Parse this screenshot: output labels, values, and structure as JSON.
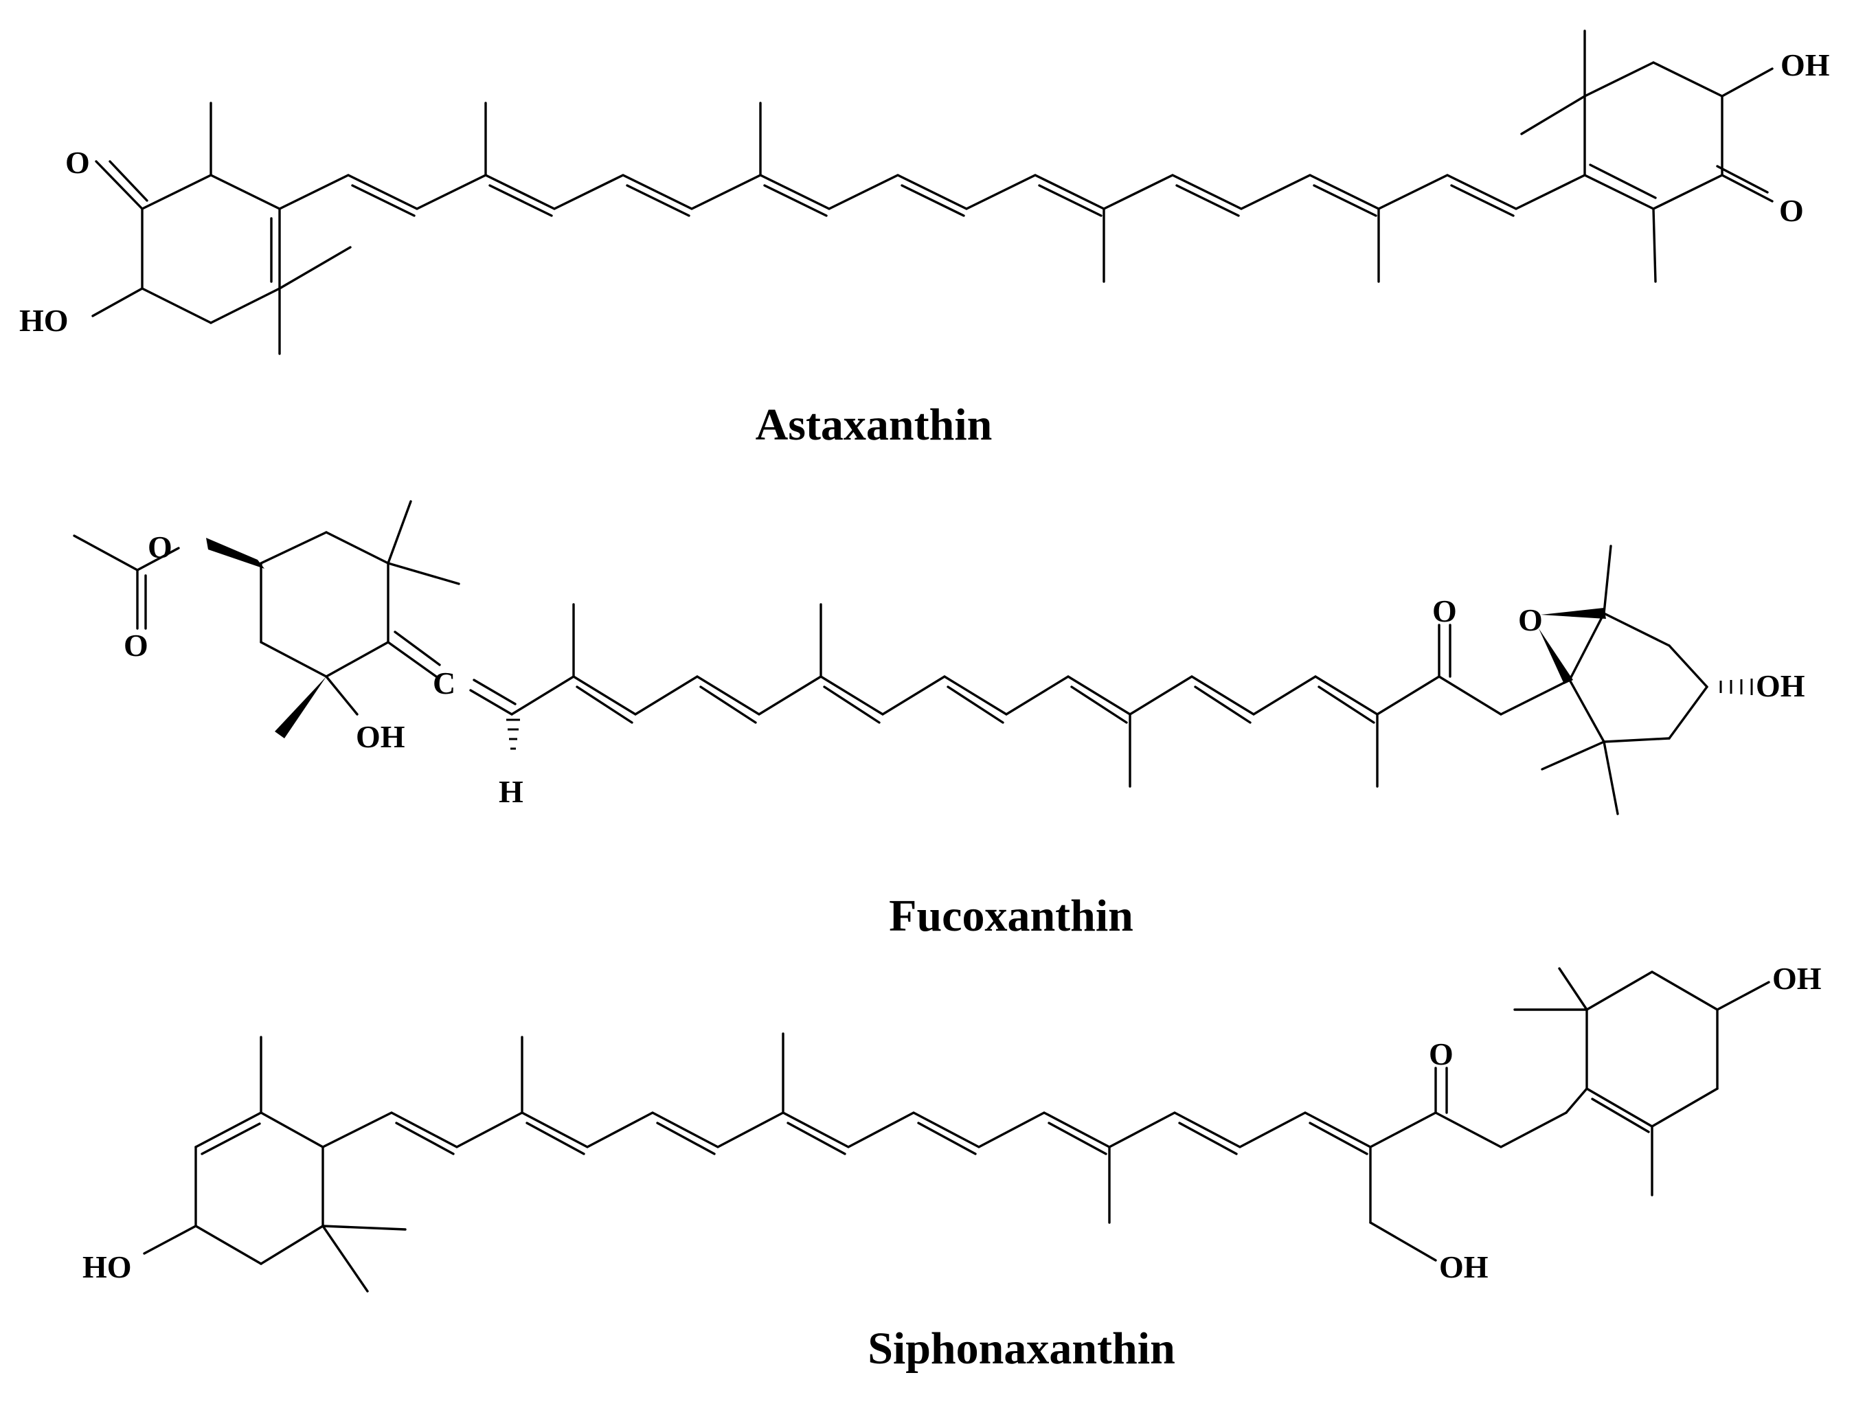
{
  "figure": {
    "molecules": [
      {
        "name": "Astaxanthin",
        "atom_labels": [
          "O",
          "HO",
          "OH",
          "O"
        ]
      },
      {
        "name": "Fucoxanthin",
        "atom_labels": [
          "O",
          "O",
          "OH",
          "C",
          "H",
          "O",
          "O",
          "OH"
        ]
      },
      {
        "name": "Siphonaxanthin",
        "atom_labels": [
          "HO",
          "O",
          "OH",
          "OH"
        ]
      }
    ]
  }
}
